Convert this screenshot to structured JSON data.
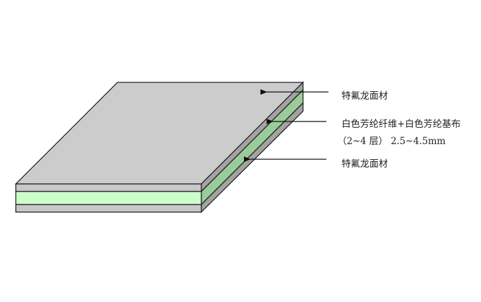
{
  "diagram": {
    "title": "",
    "layers": [
      {
        "name": "top-face-layer",
        "label": "特氟龙面材",
        "color_front": "#c8c8c8",
        "color_side": "#a3a3a3"
      },
      {
        "name": "core-layer",
        "label_line1": "白色芳纶纤维+白色芳纶基布",
        "label_line2": "（2~4 层） 2.5~4.5mm",
        "color_front": "#ccffcc",
        "color_side": "#99cc99"
      },
      {
        "name": "bottom-face-layer",
        "label": "特氟龙面材",
        "color_front": "#c8c8c8",
        "color_side": "#a3a3a3"
      }
    ],
    "top_surface_color": "#cccccc",
    "outline_color": "#222222"
  },
  "labels": {
    "top": "特氟龙面材",
    "middle_line1": "白色芳纶纤维+白色芳纶基布",
    "middle_line2": "（2~4 层） 2.5~4.5mm",
    "bottom": "特氟龙面材"
  }
}
